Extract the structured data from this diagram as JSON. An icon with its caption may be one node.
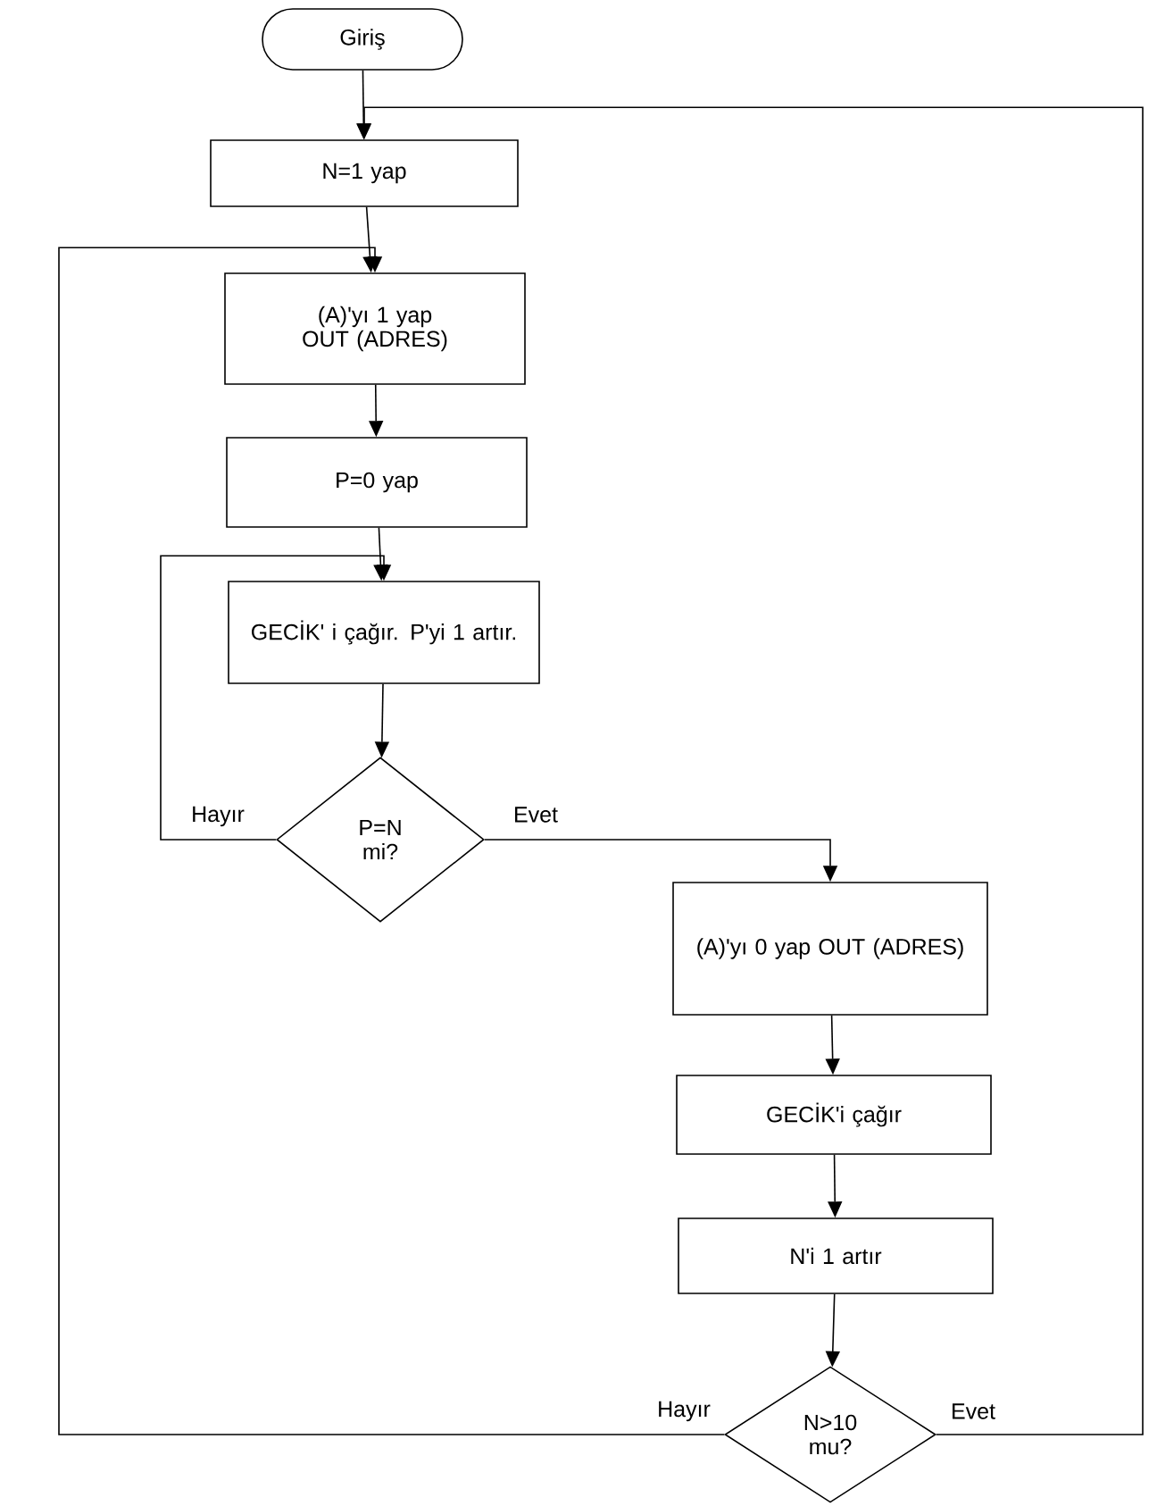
{
  "diagram": {
    "nodes": [
      {
        "text": [
          "Giriş"
        ]
      },
      {
        "text": [
          "N=1 yap"
        ]
      },
      {
        "text": [
          "(A)'yı 1 yap OUT (ADRES)"
        ]
      },
      {
        "text": [
          "P=0 yap"
        ]
      },
      {
        "text": [
          "GECİK' i çağır. P'yi 1 artır."
        ]
      },
      {
        "text": [
          "P=N mi?"
        ]
      },
      {
        "text": [
          "(A)'yı 0 yap OUT (ADRES)"
        ]
      },
      {
        "text": [
          "GECİK'i çağır"
        ]
      },
      {
        "text": [
          "N'i 1 artır"
        ]
      },
      {
        "text": [
          "N>10 mu?"
        ]
      }
    ],
    "edges": [
      {
        "from": 0,
        "to": 1,
        "arrow": "to"
      },
      {
        "from": 1,
        "to": 2,
        "arrow": "to"
      },
      {
        "from": 2,
        "to": 3,
        "arrow": "to"
      },
      {
        "from": 3,
        "to": 4,
        "arrow": "to"
      },
      {
        "from": 4,
        "to": 5,
        "arrow": "to"
      },
      {
        "from": 5,
        "to": 4,
        "arrow": "to",
        "label": "Hayır"
      },
      {
        "from": 5,
        "to": 6,
        "arrow": "to",
        "label": "Evet"
      },
      {
        "from": 6,
        "to": 7,
        "arrow": "to"
      },
      {
        "from": 7,
        "to": 8,
        "arrow": "to"
      },
      {
        "from": 8,
        "to": 9,
        "arrow": "to"
      },
      {
        "from": 9,
        "to": 2,
        "arrow": "to",
        "label": "Hayır"
      },
      {
        "from": 9,
        "to": 1,
        "arrow": "to",
        "label": "Evet"
      }
    ]
  }
}
